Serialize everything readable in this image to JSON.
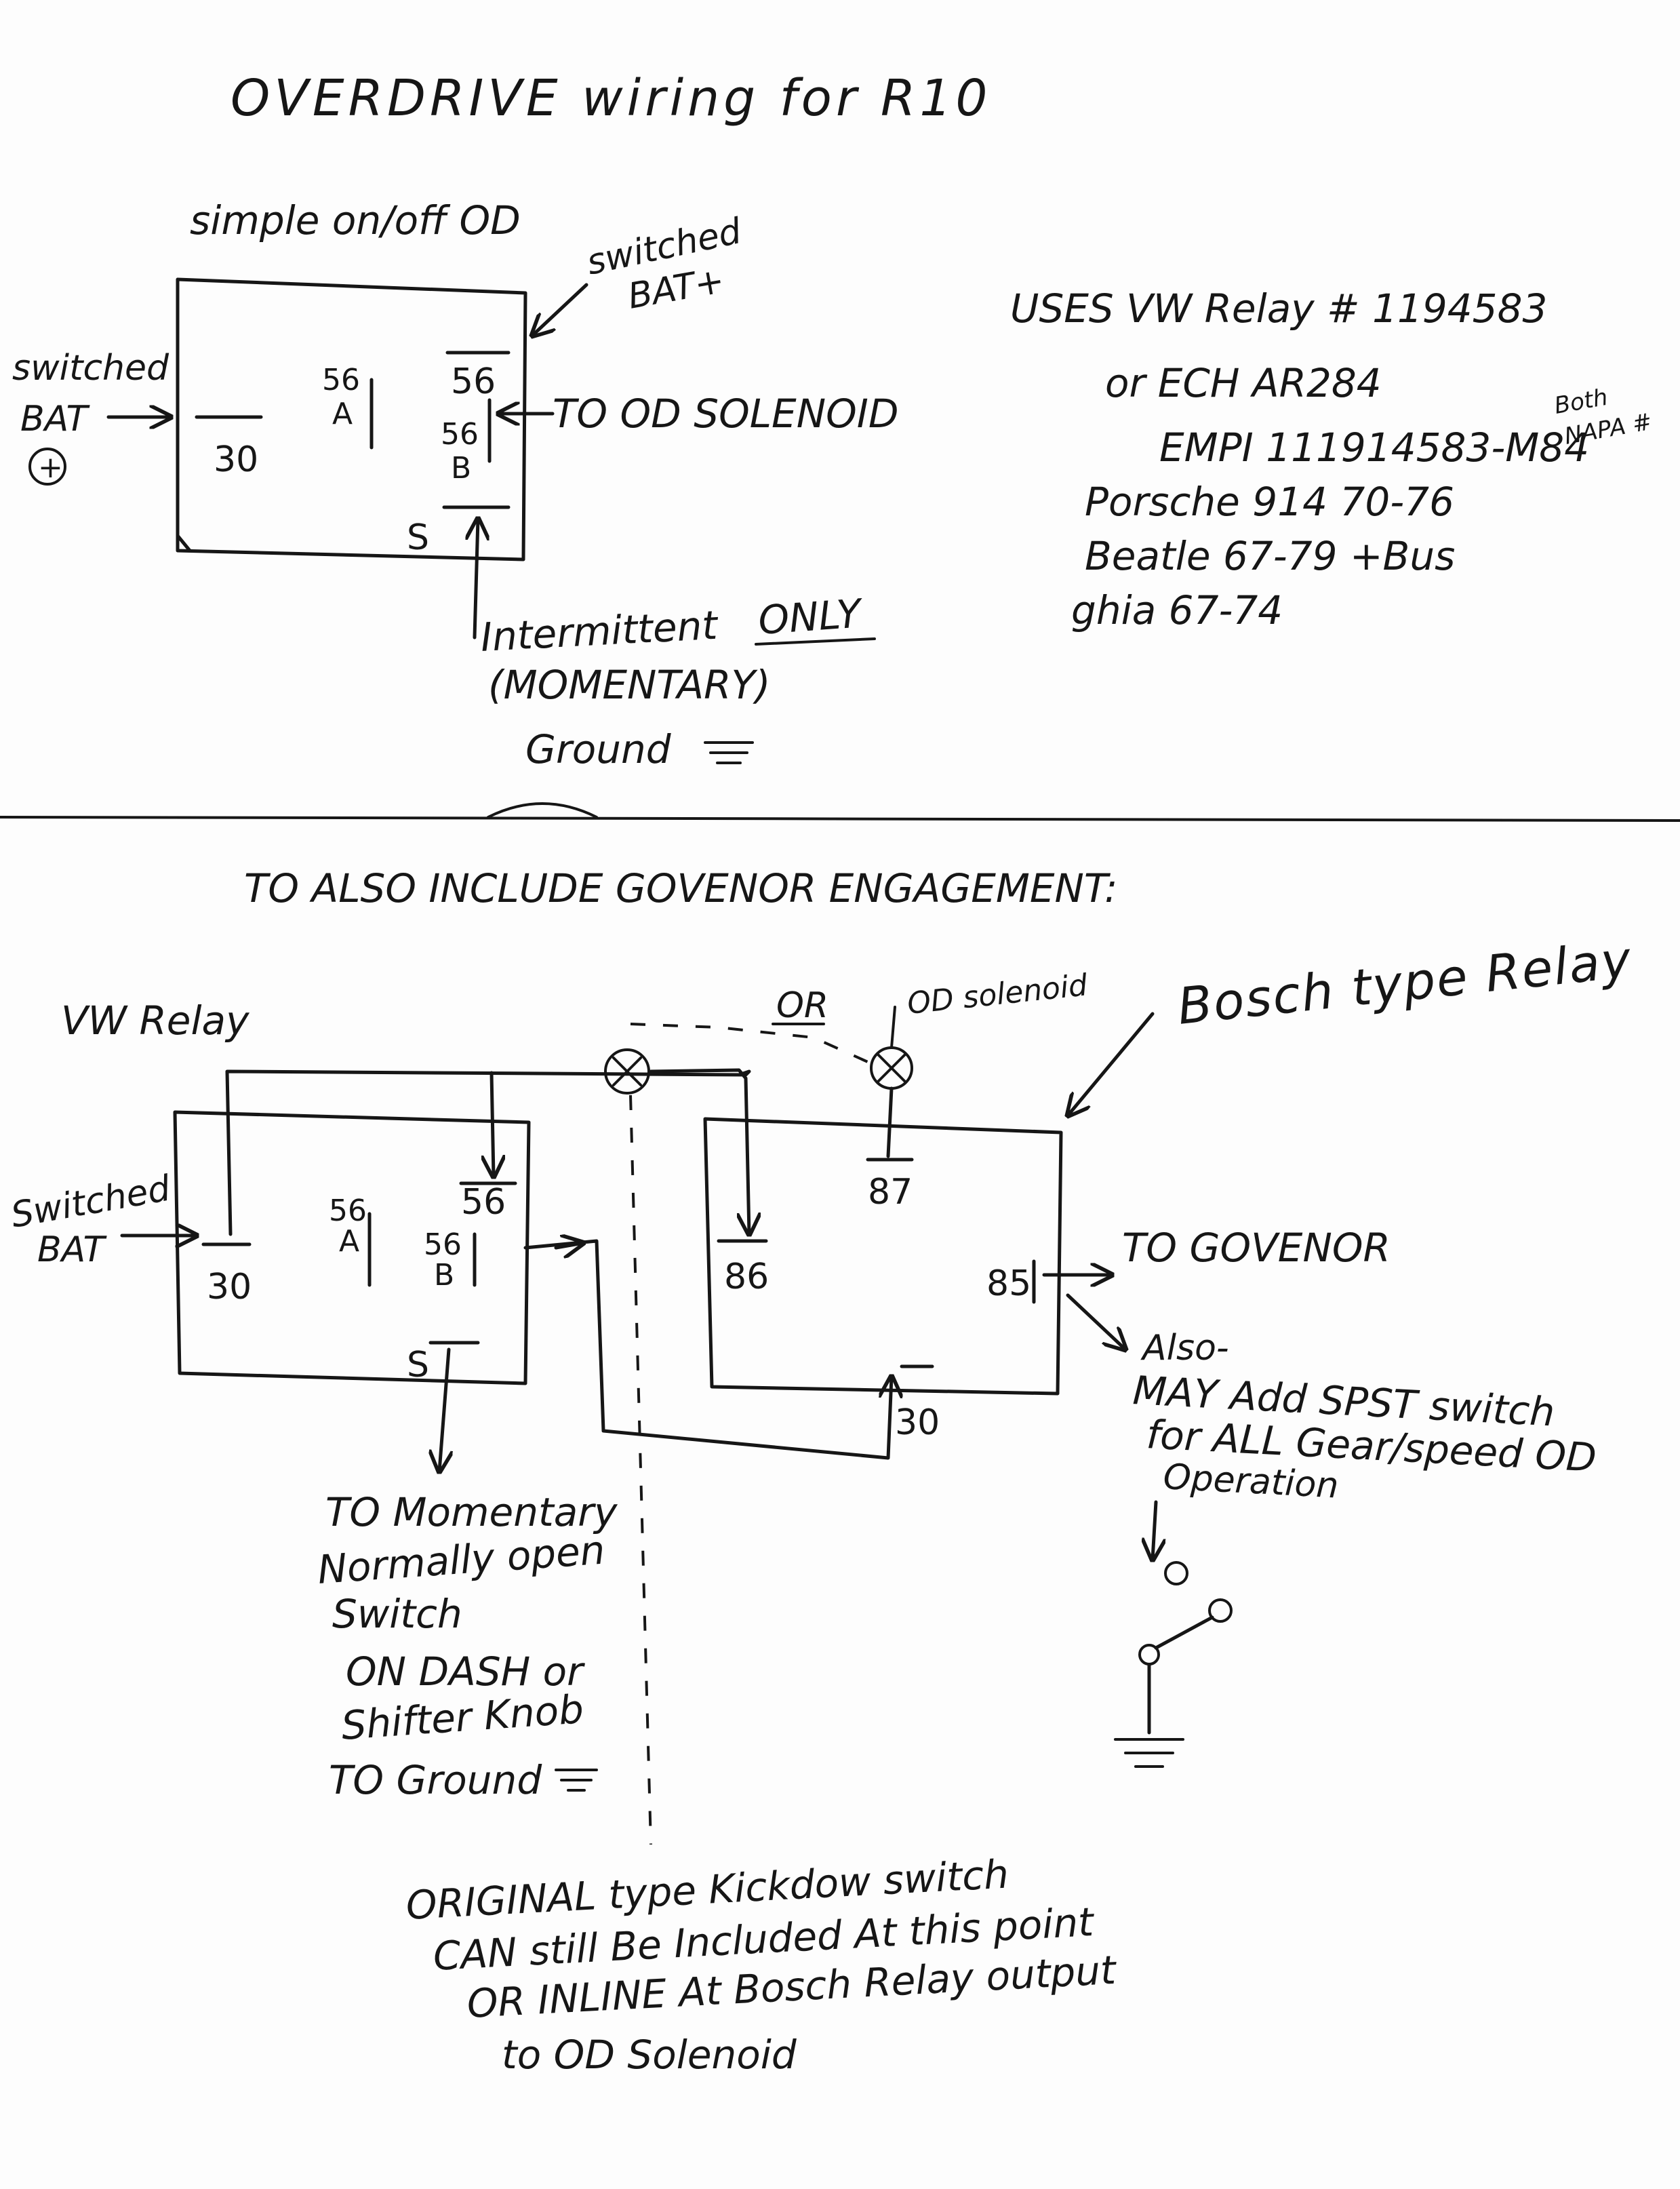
{
  "title": "OVERDRIVE wiring for R10",
  "top_diagram": {
    "subtitle": "simple on/off OD",
    "switched_bat_top": "switched",
    "switched_bat_top_2": "BAT+",
    "switched_bat_left": "switched",
    "switched_bat_left_2": "BAT",
    "plus_symbol": "+",
    "pin_30": "30",
    "pin_56a_num": "56",
    "pin_56a_letter": "A",
    "pin_56": "56",
    "pin_56b_num": "56",
    "pin_56b_letter": "B",
    "pin_s": "S",
    "to_od_solenoid": "TO OD SOLENOID",
    "intermittent_a": "Intermittent",
    "intermittent_b": "ONLY",
    "momentary": "(MOMENTARY)",
    "ground": "Ground"
  },
  "relay_info": {
    "line1": "USES VW Relay # 1194583",
    "line2": "or ECH AR284",
    "both_a": "Both",
    "both_b": "NAPA #",
    "line3": "EMPI 111914583-M84",
    "line4": "Porsche 914 70-76",
    "line5": "Beatle 67-79 +Bus",
    "line6": "ghia 67-74"
  },
  "bottom_diagram": {
    "subtitle": "TO ALSO INCLUDE GOVENOR ENGAGEMENT:",
    "vw_relay": "VW Relay",
    "bosch_relay": "Bosch type Relay",
    "or": "OR",
    "od_solenoid": "OD solenoid",
    "switched_bat_a": "Switched",
    "switched_bat_b": "BAT",
    "pin_30": "30",
    "pin_56a_num": "56",
    "pin_56a_letter": "A",
    "pin_56": "56",
    "pin_56b_num": "56",
    "pin_56b_letter": "B",
    "pin_s": "S",
    "pin_86": "86",
    "pin_87": "87",
    "pin_85": "85",
    "pin_30b": "30",
    "to_govenor": "TO GOVENOR",
    "also": "Also-",
    "spst_1": "MAY Add SPST switch",
    "spst_2": "for ALL Gear/speed OD",
    "spst_3": "Operation",
    "momentary_1": "TO Momentary",
    "momentary_2": "Normally open",
    "momentary_3": "Switch",
    "momentary_4": "ON DASH or",
    "momentary_5": "Shifter Knob",
    "momentary_6": "TO Ground",
    "kickdown_1": "ORIGINAL type Kickdow switch",
    "kickdown_2": "CAN still Be Included At this point",
    "kickdown_3": "OR INLINE At Bosch Relay output",
    "kickdown_4": "to OD Solenoid"
  }
}
